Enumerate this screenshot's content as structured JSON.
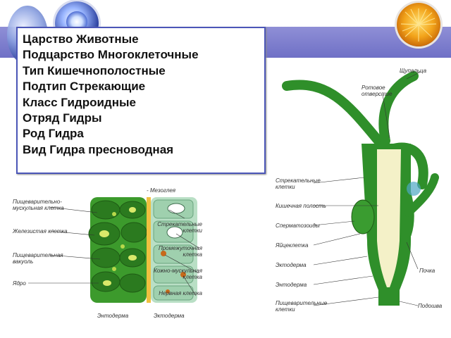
{
  "taxonomy": {
    "kingdom": "Царство Животные",
    "subkingdom": "Подцарство Многоклеточные",
    "phylum": "Тип Кишечнополостные",
    "subphylum": "Подтип Стрекающие",
    "class": "Класс Гидроидные",
    "order": "Отряд Гидры",
    "genus": "Род Гидра",
    "species": "Вид Гидра пресноводная"
  },
  "cell_diagram": {
    "top_label": "- Мезоглея",
    "left_labels": {
      "digestive_muscle_cell": "Пищеварительно-мускульная клетка",
      "gland_cell": "Железистая клетка",
      "digestive_vacuole": "Пищеварительная вакуоль",
      "nucleus": "Ядро"
    },
    "right_labels": {
      "stinging_cells": "Стрекательные клетки",
      "intermediate_cell": "Промежуточная клетка",
      "skin_muscle_cell": "Кожно-мускульная клетка",
      "nerve_cell": "Нервная клетка"
    },
    "bottom_labels": {
      "endoderm": "Энтодерма",
      "ectoderm": "Эктодерма"
    }
  },
  "hydra_diagram": {
    "labels": {
      "tentacles": "Щупальца",
      "mouth": "Ротовое отверстие",
      "stinging_cells": "Стрекательные клетки",
      "gut_cavity": "Кишечная полость",
      "sperm": "Сперматозоиды",
      "egg": "Яйцеклетка",
      "ectoderm": "Эктодерма",
      "endoderm": "Энтодерма",
      "digestive_cells": "Пищеварительные клетки",
      "bud": "Почка",
      "sole": "Подошва"
    }
  },
  "colors": {
    "banner": "#7778c9",
    "frame": "#4b56b8",
    "cell_green": "#3c9a2c",
    "hydra_green": "#2f8f2a",
    "cavity": "#f4f1c8"
  }
}
